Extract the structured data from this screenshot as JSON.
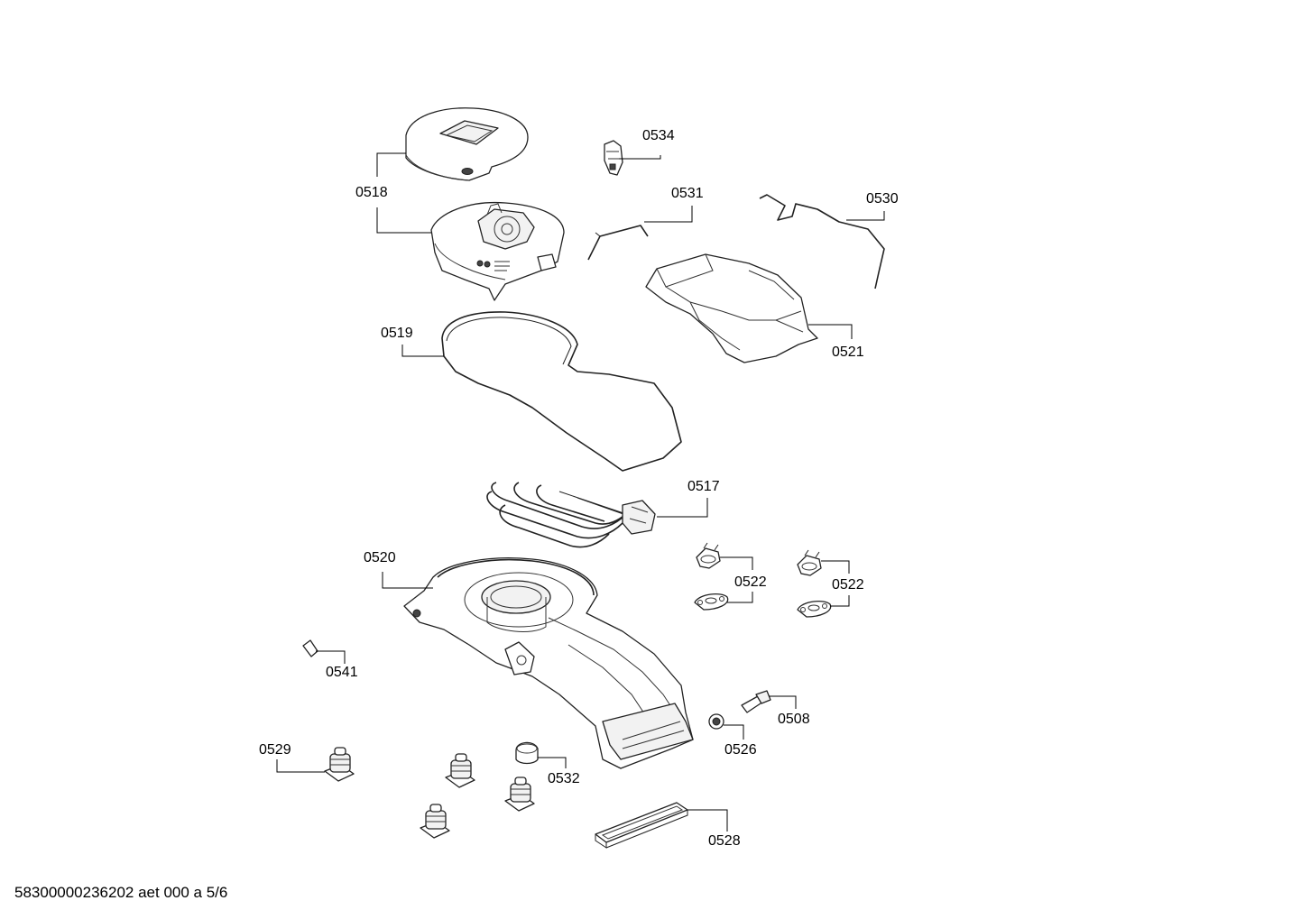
{
  "callouts": {
    "c0534": "0534",
    "c0518": "0518",
    "c0531": "0531",
    "c0530": "0530",
    "c0519": "0519",
    "c0521": "0521",
    "c0517": "0517",
    "c0520": "0520",
    "c0522a": "0522",
    "c0522b": "0522",
    "c0541": "0541",
    "c0508": "0508",
    "c0526": "0526",
    "c0529": "0529",
    "c0532": "0532",
    "c0528": "0528"
  },
  "footer": {
    "text": "58300000236202 aet 000 a 5/6"
  }
}
